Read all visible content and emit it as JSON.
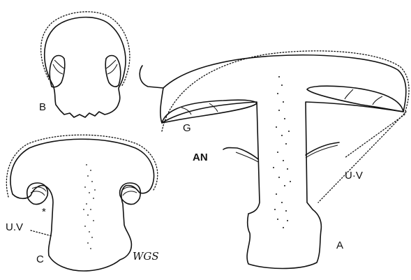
{
  "figure": {
    "labels": {
      "a": "A",
      "b": "B",
      "c": "C",
      "g": "G",
      "an": "AN",
      "uv_a": "U·V",
      "uv_c": "U.V",
      "star": "*",
      "signature": "WGS"
    }
  }
}
